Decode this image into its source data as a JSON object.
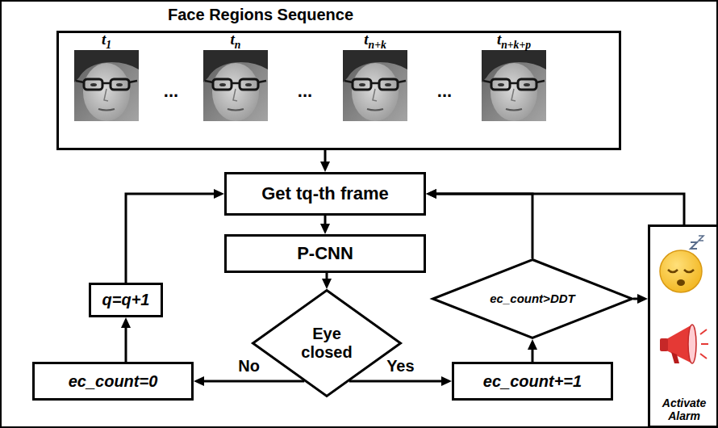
{
  "diagram": {
    "nodes": [
      {
        "text": [
          "Face Regions Sequence"
        ]
      },
      {
        "text": [
          "Get tq-th frame"
        ]
      },
      {
        "text": [
          "P-CNN"
        ]
      },
      {
        "text": [
          "q=q+1"
        ]
      },
      {
        "text": [
          "Eye closed"
        ]
      },
      {
        "text": [
          "ec_count>DDT"
        ]
      },
      {
        "text": [
          "Activate Alarm"
        ]
      },
      {
        "text": [
          "ec_count=0"
        ]
      },
      {
        "text": [
          "ec_count+=1"
        ]
      }
    ],
    "edges": [
      {
        "from": 0,
        "to": 1,
        "arrow": "to"
      },
      {
        "from": 1,
        "to": 2,
        "arrow": "to"
      },
      {
        "from": 2,
        "to": 4,
        "arrow": "to"
      },
      {
        "from": 4,
        "to": 7,
        "label": "No",
        "arrow": "to"
      },
      {
        "from": 4,
        "to": 8,
        "label": "Yes",
        "arrow": "to"
      },
      {
        "from": 7,
        "to": 3,
        "arrow": "to"
      },
      {
        "from": 3,
        "to": 1,
        "arrow": "to"
      },
      {
        "from": 8,
        "to": 5,
        "arrow": "to"
      },
      {
        "from": 5,
        "to": 1,
        "arrow": "to"
      },
      {
        "from": 5,
        "to": 6,
        "arrow": "to"
      },
      {
        "from": 6,
        "to": 1,
        "arrow": "to"
      }
    ],
    "labels": [
      "t1",
      "...",
      "tn",
      "...",
      "tn+k",
      "...",
      "tn+k+p"
    ]
  }
}
